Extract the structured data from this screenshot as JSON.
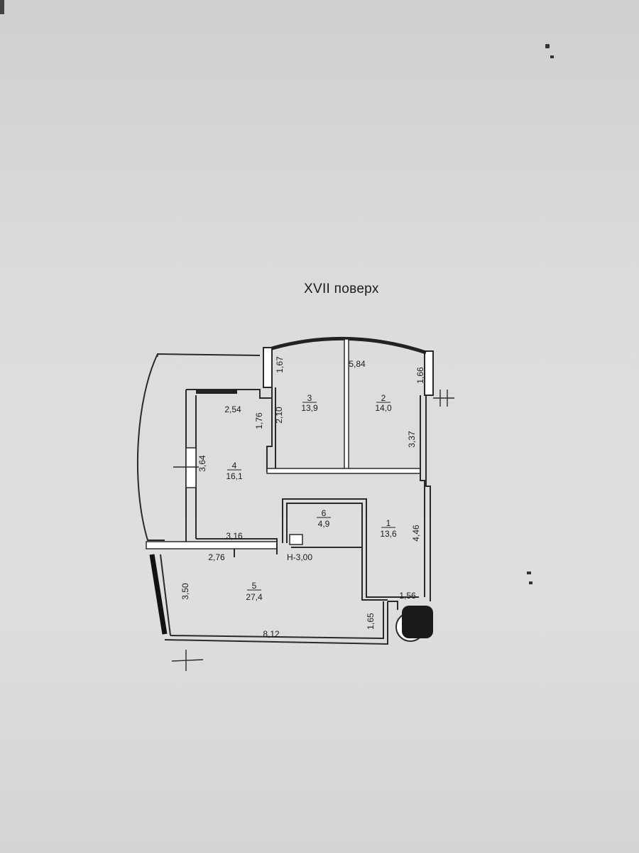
{
  "floor_title": "XVII поверх",
  "rooms": [
    {
      "number": "1",
      "area": "13,6"
    },
    {
      "number": "2",
      "area": "14,0"
    },
    {
      "number": "3",
      "area": "13,9"
    },
    {
      "number": "4",
      "area": "16,1"
    },
    {
      "number": "5",
      "area": "27,4"
    },
    {
      "number": "6",
      "area": "4,9"
    }
  ],
  "dimensions": {
    "d_167": "1,67",
    "d_584": "5,84",
    "d_166": "1,66",
    "d_254": "2,54",
    "d_176": "1,76",
    "d_210": "2,10",
    "d_337": "3,37",
    "d_364": "3,64",
    "d_446": "4,46",
    "d_316": "3,16",
    "d_276": "2,76",
    "d_350": "3,50",
    "d_812": "8,12",
    "d_165": "1,65",
    "d_156": "1,56"
  },
  "ceiling_height": "Н-3,00",
  "colors": {
    "paper": "#d9dad8",
    "ink": "#1b1b1b",
    "redaction": "#1a1a1a"
  }
}
